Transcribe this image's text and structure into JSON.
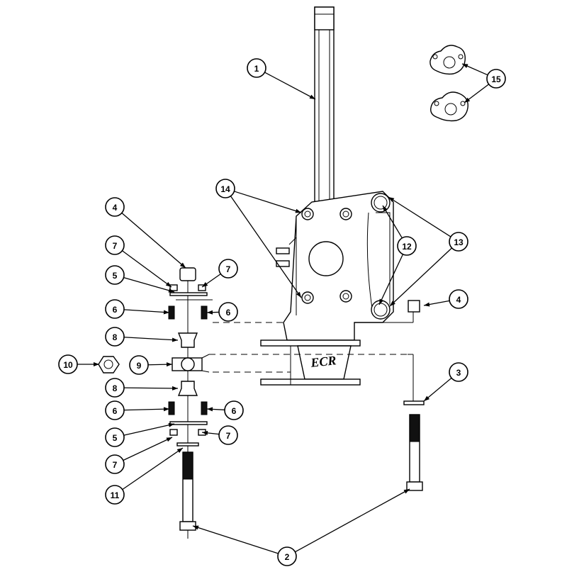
{
  "diagram": {
    "logo_text": "ECR",
    "callouts": [
      {
        "id": "c1",
        "label": "1",
        "leaders": [
          [
            445,
            140
          ]
        ]
      },
      {
        "id": "c2",
        "label": "2",
        "leaders": [
          [
            272,
            742
          ],
          [
            578,
            690
          ]
        ]
      },
      {
        "id": "c3",
        "label": "3",
        "leaders": [
          [
            598,
            566
          ]
        ]
      },
      {
        "id": "c4a",
        "label": "4",
        "leaders": [
          [
            262,
            378
          ]
        ]
      },
      {
        "id": "c4b",
        "label": "4",
        "leaders": [
          [
            598,
            431
          ]
        ]
      },
      {
        "id": "c5a",
        "label": "5",
        "leaders": [
          [
            246,
            412
          ]
        ]
      },
      {
        "id": "c5b",
        "label": "5",
        "leaders": [
          [
            246,
            598
          ]
        ]
      },
      {
        "id": "c6a",
        "label": "6",
        "leaders": [
          [
            239,
            441
          ]
        ]
      },
      {
        "id": "c6b",
        "label": "6",
        "leaders": [
          [
            292,
            441
          ]
        ]
      },
      {
        "id": "c6c",
        "label": "6",
        "leaders": [
          [
            239,
            577
          ]
        ]
      },
      {
        "id": "c6d",
        "label": "6",
        "leaders": [
          [
            292,
            577
          ]
        ]
      },
      {
        "id": "c7a",
        "label": "7",
        "leaders": [
          [
            242,
            405
          ]
        ]
      },
      {
        "id": "c7b",
        "label": "7",
        "leaders": [
          [
            285,
            405
          ]
        ]
      },
      {
        "id": "c7c",
        "label": "7",
        "leaders": [
          [
            285,
            610
          ]
        ]
      },
      {
        "id": "c7d",
        "label": "7",
        "leaders": [
          [
            243,
            617
          ]
        ]
      },
      {
        "id": "c8a",
        "label": "8",
        "leaders": [
          [
            251,
            480
          ]
        ]
      },
      {
        "id": "c8b",
        "label": "8",
        "leaders": [
          [
            251,
            548
          ]
        ]
      },
      {
        "id": "c9",
        "label": "9",
        "leaders": [
          [
            243,
            514
          ]
        ]
      },
      {
        "id": "c10",
        "label": "10",
        "leaders": [
          [
            140,
            514
          ]
        ]
      },
      {
        "id": "c11",
        "label": "11",
        "leaders": [
          [
            258,
            632
          ]
        ]
      },
      {
        "id": "c12",
        "label": "12",
        "leaders": [
          [
            540,
            290
          ],
          [
            535,
            430
          ]
        ]
      },
      {
        "id": "c13",
        "label": "13",
        "leaders": [
          [
            548,
            278
          ],
          [
            550,
            432
          ]
        ]
      },
      {
        "id": "c14",
        "label": "14",
        "leaders": [
          [
            425,
            300
          ],
          [
            425,
            420
          ]
        ]
      },
      {
        "id": "c15",
        "label": "15",
        "leaders": [
          [
            652,
            90
          ],
          [
            655,
            145
          ]
        ]
      }
    ]
  }
}
